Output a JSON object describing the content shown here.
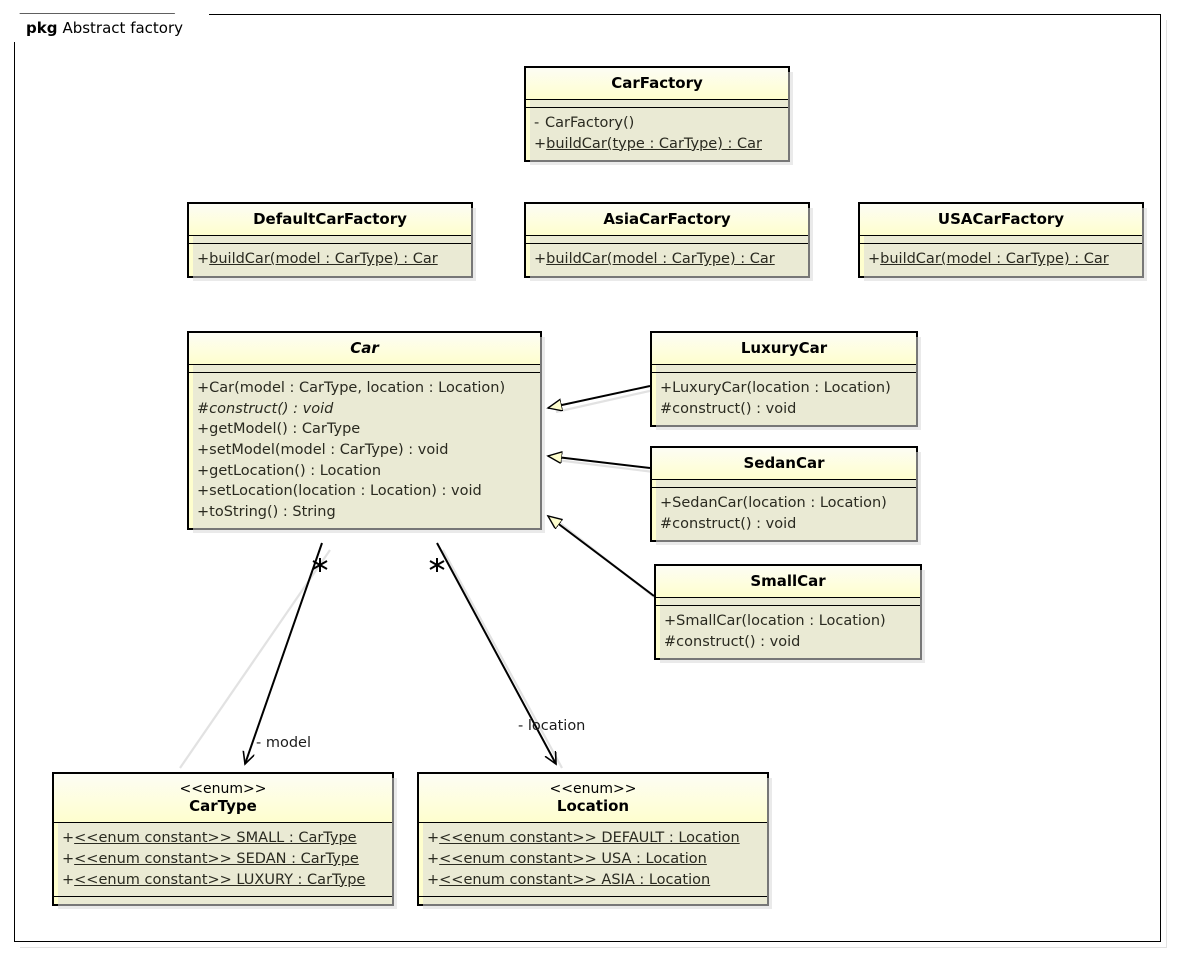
{
  "diagram": {
    "type": "uml-class-diagram",
    "package": {
      "keyword": "pkg",
      "name": "Abstract factory"
    },
    "colors": {
      "class_fill": "#FEFECE",
      "class_border": "#000000",
      "shadow": "#D8D8D8",
      "background": "#FFFFFF",
      "text": "#1B1B1B"
    }
  },
  "classes": {
    "car_factory": {
      "name": "CarFactory",
      "stereotype": "",
      "abstract": false,
      "attributes": [],
      "methods": [
        {
          "visibility": "-",
          "signature": "CarFactory()",
          "static": false,
          "abstract": false
        },
        {
          "visibility": "+",
          "signature": "buildCar(type : CarType) : Car",
          "static": true,
          "abstract": false
        }
      ]
    },
    "default_car_factory": {
      "name": "DefaultCarFactory",
      "stereotype": "",
      "abstract": false,
      "attributes": [],
      "methods": [
        {
          "visibility": "+",
          "signature": "buildCar(model : CarType) : Car",
          "static": true,
          "abstract": false
        }
      ]
    },
    "asia_car_factory": {
      "name": "AsiaCarFactory",
      "stereotype": "",
      "abstract": false,
      "attributes": [],
      "methods": [
        {
          "visibility": "+",
          "signature": "buildCar(model : CarType) : Car",
          "static": true,
          "abstract": false
        }
      ]
    },
    "usa_car_factory": {
      "name": "USACarFactory",
      "stereotype": "",
      "abstract": false,
      "attributes": [],
      "methods": [
        {
          "visibility": "+",
          "signature": "buildCar(model : CarType) : Car",
          "static": true,
          "abstract": false
        }
      ]
    },
    "car": {
      "name": "Car",
      "stereotype": "",
      "abstract": true,
      "attributes": [],
      "methods": [
        {
          "visibility": "+",
          "signature": "Car(model : CarType, location : Location)",
          "static": false,
          "abstract": false
        },
        {
          "visibility": "#",
          "signature": "construct() : void",
          "static": false,
          "abstract": true
        },
        {
          "visibility": "+",
          "signature": "getModel() : CarType",
          "static": false,
          "abstract": false
        },
        {
          "visibility": "+",
          "signature": "setModel(model : CarType) : void",
          "static": false,
          "abstract": false
        },
        {
          "visibility": "+",
          "signature": "getLocation() : Location",
          "static": false,
          "abstract": false
        },
        {
          "visibility": "+",
          "signature": "setLocation(location : Location) : void",
          "static": false,
          "abstract": false
        },
        {
          "visibility": "+",
          "signature": "toString() : String",
          "static": false,
          "abstract": false
        }
      ]
    },
    "luxury_car": {
      "name": "LuxuryCar",
      "stereotype": "",
      "abstract": false,
      "attributes": [],
      "methods": [
        {
          "visibility": "+",
          "signature": "LuxuryCar(location : Location)",
          "static": false,
          "abstract": false
        },
        {
          "visibility": "#",
          "signature": "construct() : void",
          "static": false,
          "abstract": false
        }
      ]
    },
    "sedan_car": {
      "name": "SedanCar",
      "stereotype": "",
      "abstract": false,
      "attributes": [],
      "methods": [
        {
          "visibility": "+",
          "signature": "SedanCar(location : Location)",
          "static": false,
          "abstract": false
        },
        {
          "visibility": "#",
          "signature": "construct() : void",
          "static": false,
          "abstract": false
        }
      ]
    },
    "small_car": {
      "name": "SmallCar",
      "stereotype": "",
      "abstract": false,
      "attributes": [],
      "methods": [
        {
          "visibility": "+",
          "signature": "SmallCar(location : Location)",
          "static": false,
          "abstract": false
        },
        {
          "visibility": "#",
          "signature": "construct() : void",
          "static": false,
          "abstract": false
        }
      ]
    },
    "car_type": {
      "name": "CarType",
      "stereotype": "<<enum>>",
      "abstract": false,
      "attributes": [
        {
          "visibility": "+",
          "signature": "<<enum constant>> SMALL : CarType",
          "static": true,
          "abstract": false
        },
        {
          "visibility": "+",
          "signature": "<<enum constant>> SEDAN : CarType",
          "static": true,
          "abstract": false
        },
        {
          "visibility": "+",
          "signature": "<<enum constant>> LUXURY : CarType",
          "static": true,
          "abstract": false
        }
      ],
      "methods": []
    },
    "location": {
      "name": "Location",
      "stereotype": "<<enum>>",
      "abstract": false,
      "attributes": [
        {
          "visibility": "+",
          "signature": "<<enum constant>> DEFAULT : Location",
          "static": true,
          "abstract": false
        },
        {
          "visibility": "+",
          "signature": "<<enum constant>> USA : Location",
          "static": true,
          "abstract": false
        },
        {
          "visibility": "+",
          "signature": "<<enum constant>> ASIA : Location",
          "static": true,
          "abstract": false
        }
      ],
      "methods": []
    }
  },
  "relationships": [
    {
      "id": "luxury-extends-car",
      "kind": "generalization",
      "from": "LuxuryCar",
      "to": "Car",
      "label": "",
      "source_multiplicity": "",
      "target_multiplicity": ""
    },
    {
      "id": "sedan-extends-car",
      "kind": "generalization",
      "from": "SedanCar",
      "to": "Car",
      "label": "",
      "source_multiplicity": "",
      "target_multiplicity": ""
    },
    {
      "id": "small-extends-car",
      "kind": "generalization",
      "from": "SmallCar",
      "to": "Car",
      "label": "",
      "source_multiplicity": "",
      "target_multiplicity": ""
    },
    {
      "id": "car-has-model",
      "kind": "association",
      "from": "Car",
      "to": "CarType",
      "label": "- model",
      "source_multiplicity": "*",
      "target_multiplicity": ""
    },
    {
      "id": "car-has-location",
      "kind": "association",
      "from": "Car",
      "to": "Location",
      "label": "- location",
      "source_multiplicity": "*",
      "target_multiplicity": ""
    }
  ],
  "edge_labels": {
    "model": "- model",
    "location": "- location",
    "star_left": "*",
    "star_right": "*"
  }
}
